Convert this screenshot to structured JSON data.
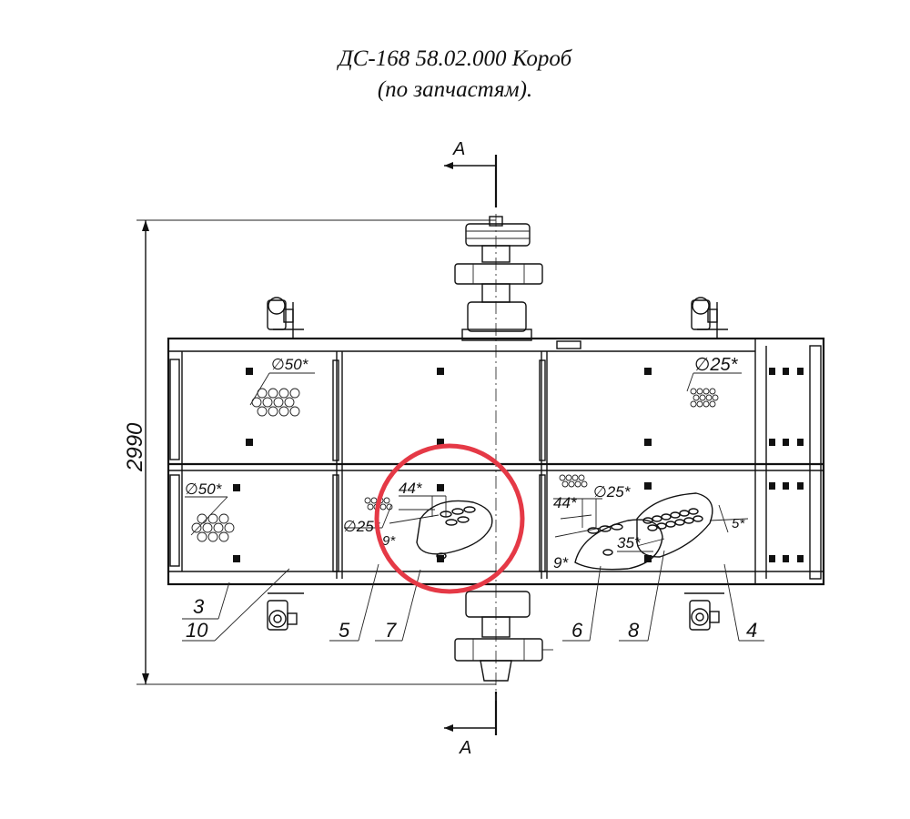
{
  "title": {
    "line1": "ДС-168 58.02.000 Короб",
    "line2": "(по запчастям)."
  },
  "section_marks": {
    "top": "А",
    "bottom": "А"
  },
  "overall_dimension": "2990",
  "dimensions": {
    "d50_top": "∅50*",
    "d25_top_right": "∅25*",
    "d50_left": "∅50*",
    "d25_mid": "∅25*",
    "d44_mid": "44*",
    "d9_mid": "9*",
    "d44_right": "44*",
    "d25_right": "∅25*",
    "d5_right": "5*",
    "d9_right": "9*",
    "d35_right": "35*"
  },
  "part_numbers": {
    "p3": "3",
    "p10": "10",
    "p5": "5",
    "p7": "7",
    "p6": "6",
    "p8": "8",
    "p4": "4"
  },
  "highlight": {
    "color": "#e53946"
  },
  "colors": {
    "line": "#111111",
    "background": "#ffffff"
  }
}
